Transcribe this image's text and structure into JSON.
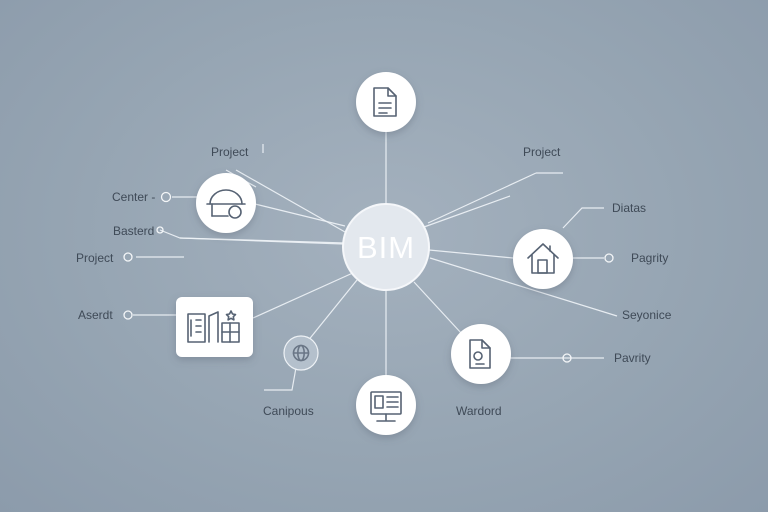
{
  "hub": {
    "label": "BIM"
  },
  "labels": {
    "project_top_left": "Project",
    "project_top_right": "Project",
    "center": "Center -",
    "basterd": "Basterd",
    "project_left": "Project",
    "aserdt": "Aserdt",
    "canipous": "Canipous",
    "wardord": "Wardord",
    "diatas": "Diatas",
    "pagrity": "Pagrity",
    "seyonice": "Seyonice",
    "pavrity": "Pavrity"
  },
  "icons": {
    "top": "document-icon",
    "left": "hard-hat-icon",
    "right": "house-icon",
    "bottom": "monitor-icon",
    "bottom_right": "file-icon",
    "bottom_left": "globe-icon",
    "left_rect": "building-plans-icon"
  },
  "colors": {
    "background": "#95a4b2",
    "lines": "#eef2f6",
    "icon": "#566273"
  }
}
